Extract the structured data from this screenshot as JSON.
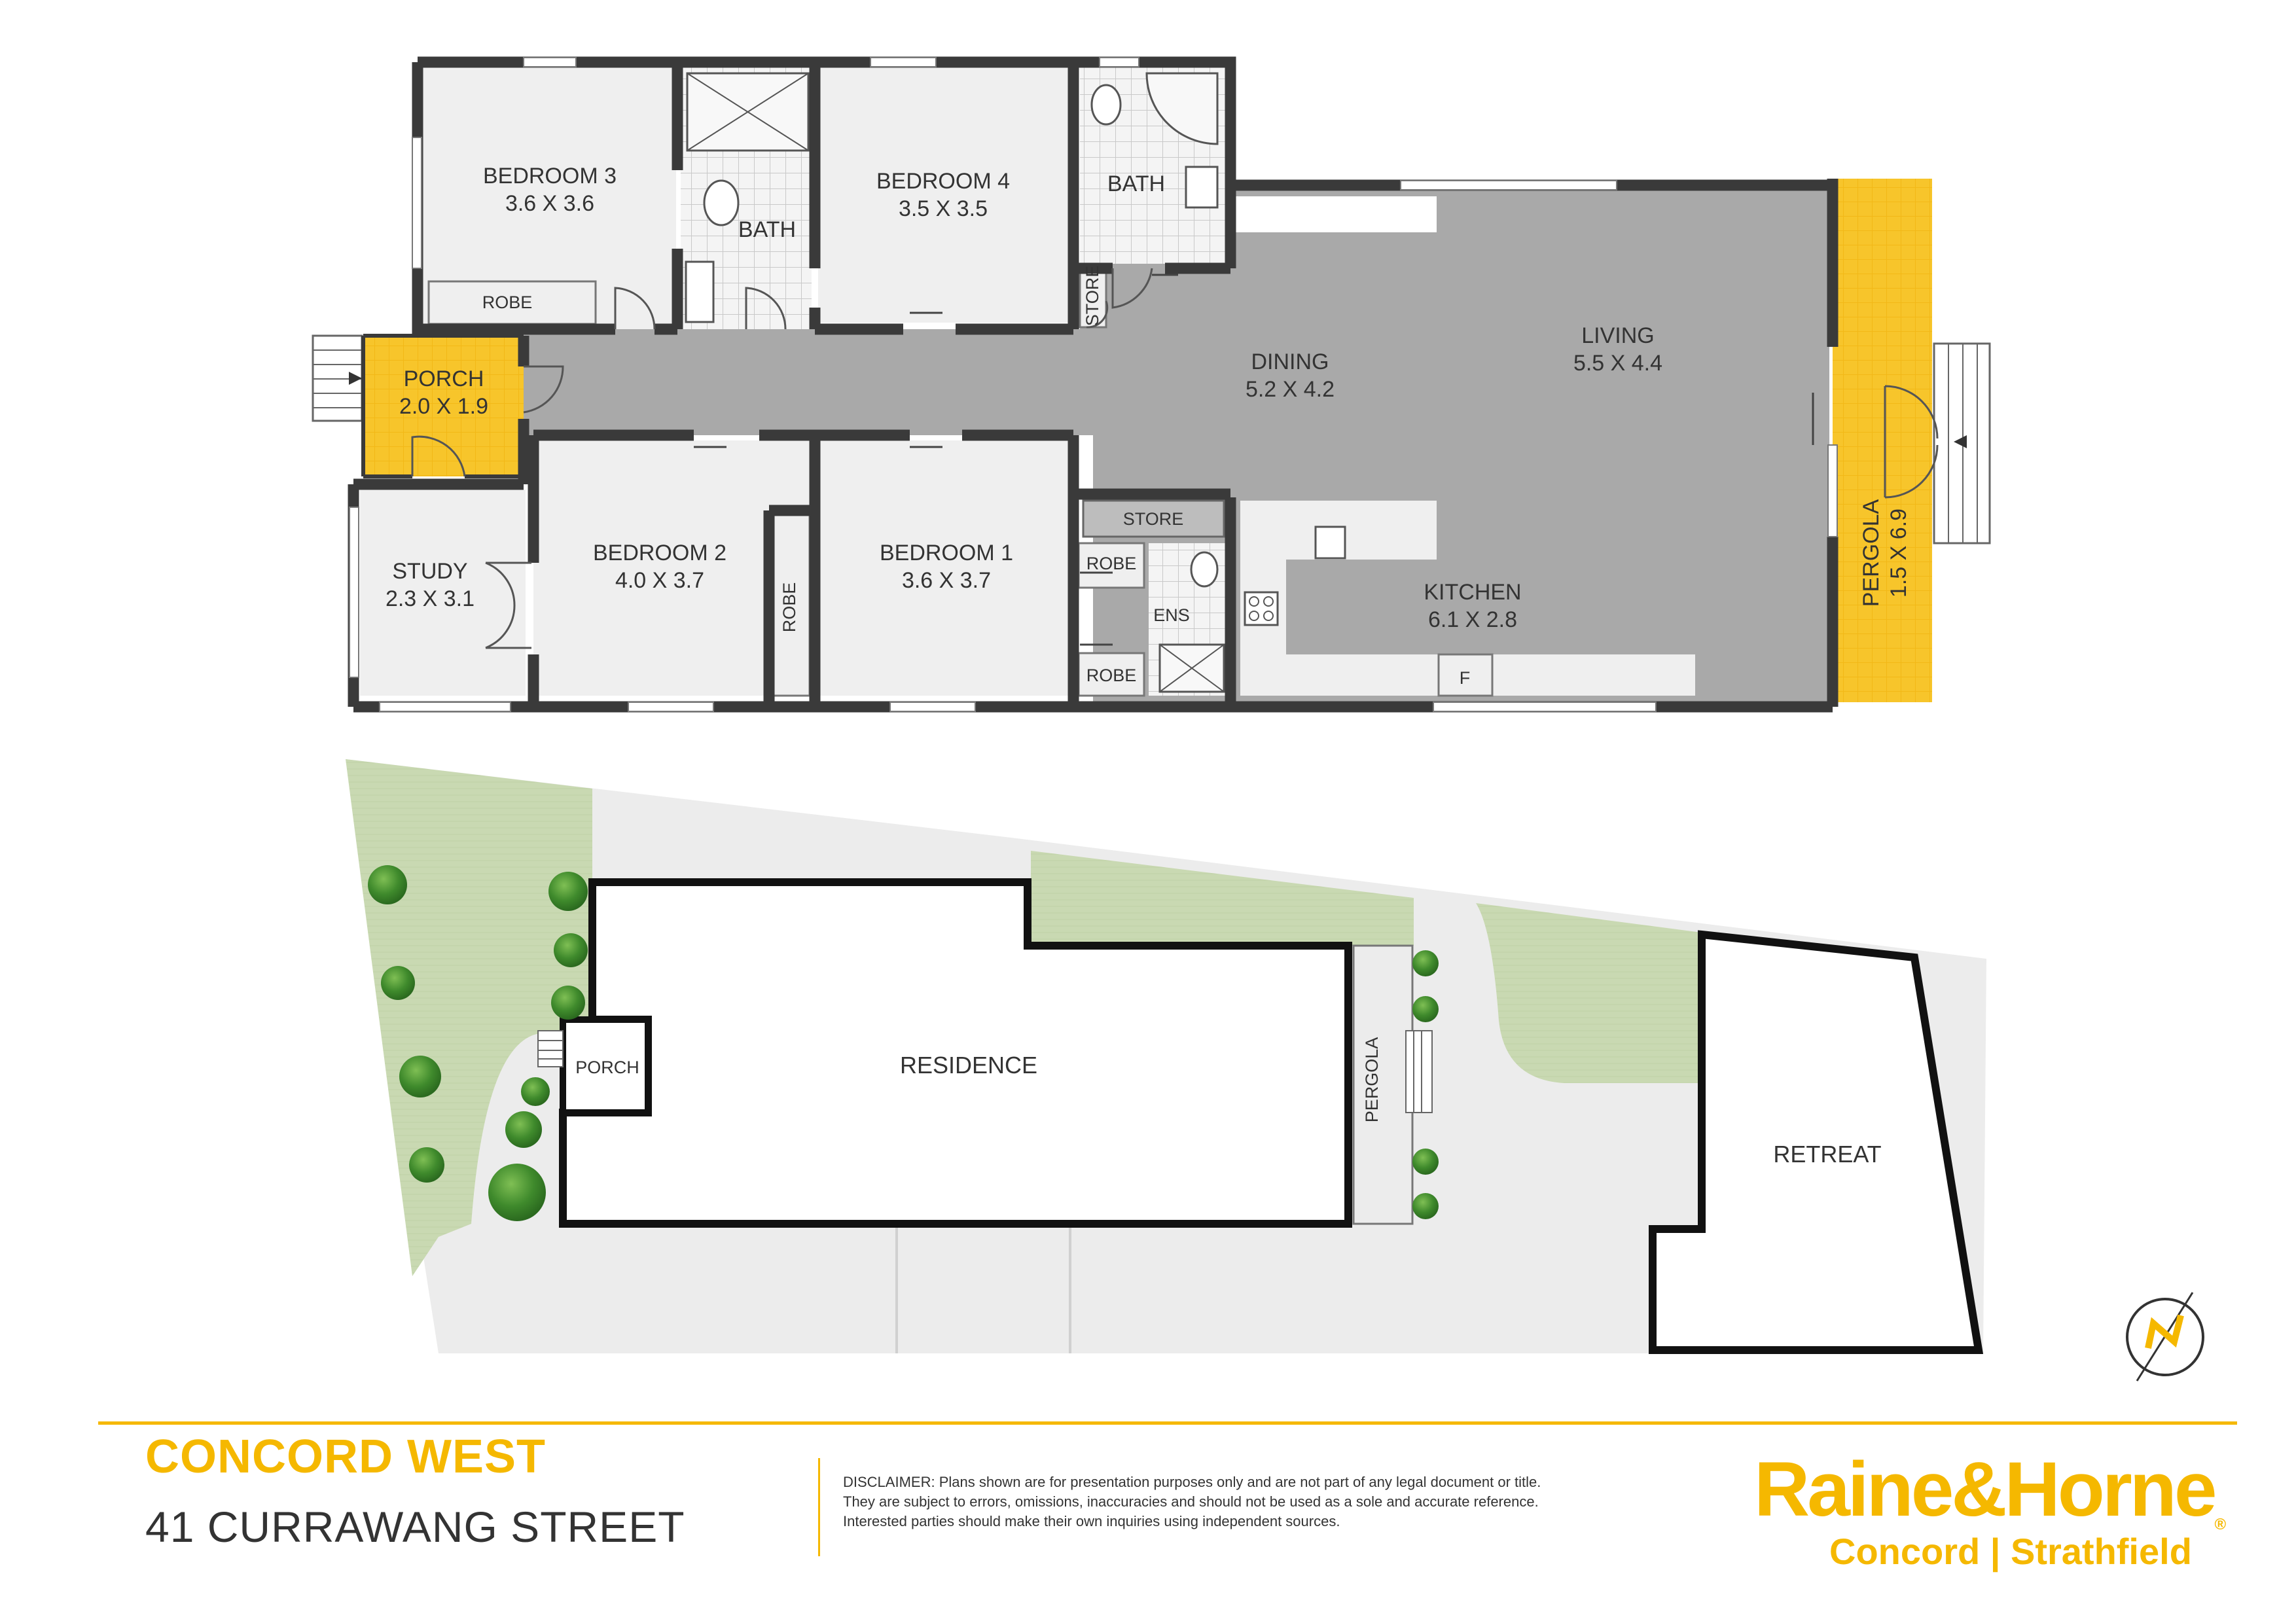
{
  "floor_plan": {
    "rooms": {
      "bedroom3": {
        "name": "BEDROOM 3",
        "size": "3.6 X 3.6"
      },
      "bedroom4": {
        "name": "BEDROOM 4",
        "size": "3.5 X 3.5"
      },
      "bath_left": {
        "name": "BATH"
      },
      "bath_right": {
        "name": "BATH"
      },
      "robe_b3": {
        "name": "ROBE"
      },
      "store_small": {
        "name": "STORE"
      },
      "porch": {
        "name": "PORCH",
        "size": "2.0 X 1.9"
      },
      "dining": {
        "name": "DINING",
        "size": "5.2 X 4.2"
      },
      "living": {
        "name": "LIVING",
        "size": "5.5 X 4.4"
      },
      "store": {
        "name": "STORE"
      },
      "study": {
        "name": "STUDY",
        "size": "2.3 X 3.1"
      },
      "bedroom2": {
        "name": "BEDROOM 2",
        "size": "4.0 X 3.7"
      },
      "robe_b2": {
        "name": "ROBE"
      },
      "bedroom1": {
        "name": "BEDROOM 1",
        "size": "3.6 X 3.7"
      },
      "robe_b1_top": {
        "name": "ROBE"
      },
      "robe_b1_bottom": {
        "name": "ROBE"
      },
      "ensuite": {
        "name": "ENS"
      },
      "kitchen": {
        "name": "KITCHEN",
        "size": "6.1 X 2.8"
      },
      "fridge": {
        "name": "F"
      },
      "pergola": {
        "name": "PERGOLA",
        "size": "1.5 X 6.9"
      }
    }
  },
  "site_plan": {
    "residence": "RESIDENCE",
    "porch": "PORCH",
    "pergola": "PERGOLA",
    "retreat": "RETREAT"
  },
  "footer": {
    "suburb": "CONCORD WEST",
    "address": "41 CURRAWANG STREET",
    "disclaimer_lines": [
      "DISCLAIMER: Plans shown are for presentation purposes only and are not part of any legal document or title.",
      "They are subject to errors, omissions, inaccuracies and should not be used as a sole and accurate reference.",
      "Interested parties should make their own inquiries using independent sources."
    ],
    "brand": "Raine&Horne",
    "branch": "Concord | Strathfield"
  },
  "colors": {
    "room_fill": "#efefef",
    "hall_fill": "#a9a9a9",
    "wall": "#3a3a3a",
    "outdoor": "#f7c52b",
    "lawn": "#c9d9b2",
    "paving": "#ececec",
    "brand": "#f5b800"
  },
  "icons": [
    "north-arrow-icon",
    "tree-icon",
    "door-swing-icon",
    "window-icon",
    "shower-icon",
    "toilet-icon",
    "basin-icon",
    "stairs-icon"
  ]
}
